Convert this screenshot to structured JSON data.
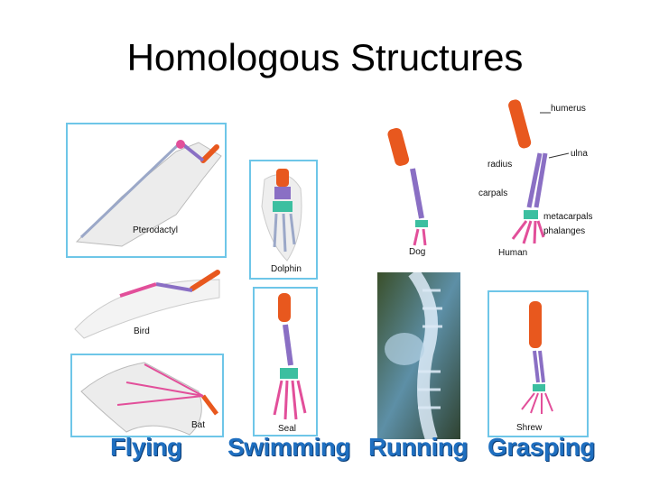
{
  "title": "Homologous Structures",
  "panels": {
    "pterodactyl": "Pterodactyl",
    "dolphin": "Dolphin",
    "dog": "Dog",
    "human": "Human",
    "bird": "Bird",
    "seal": "Seal",
    "bat": "Bat",
    "shrew": "Shrew"
  },
  "bone_labels": {
    "humerus": "humerus",
    "radius": "radius",
    "ulna": "ulna",
    "carpals": "carpals",
    "metacarpals": "metacarpals",
    "phalanges": "phalanges"
  },
  "categories": {
    "flying": "Flying",
    "swimming": "Swimming",
    "running": "Running",
    "grasping": "Grasping"
  },
  "colors": {
    "humerus": "#e8581e",
    "radius_ulna": "#8a6fc4",
    "carpals": "#3cbfa0",
    "phalanges": "#e24f9a",
    "panel_border": "#6ec6e8",
    "category_text": "#1f6fc0"
  }
}
